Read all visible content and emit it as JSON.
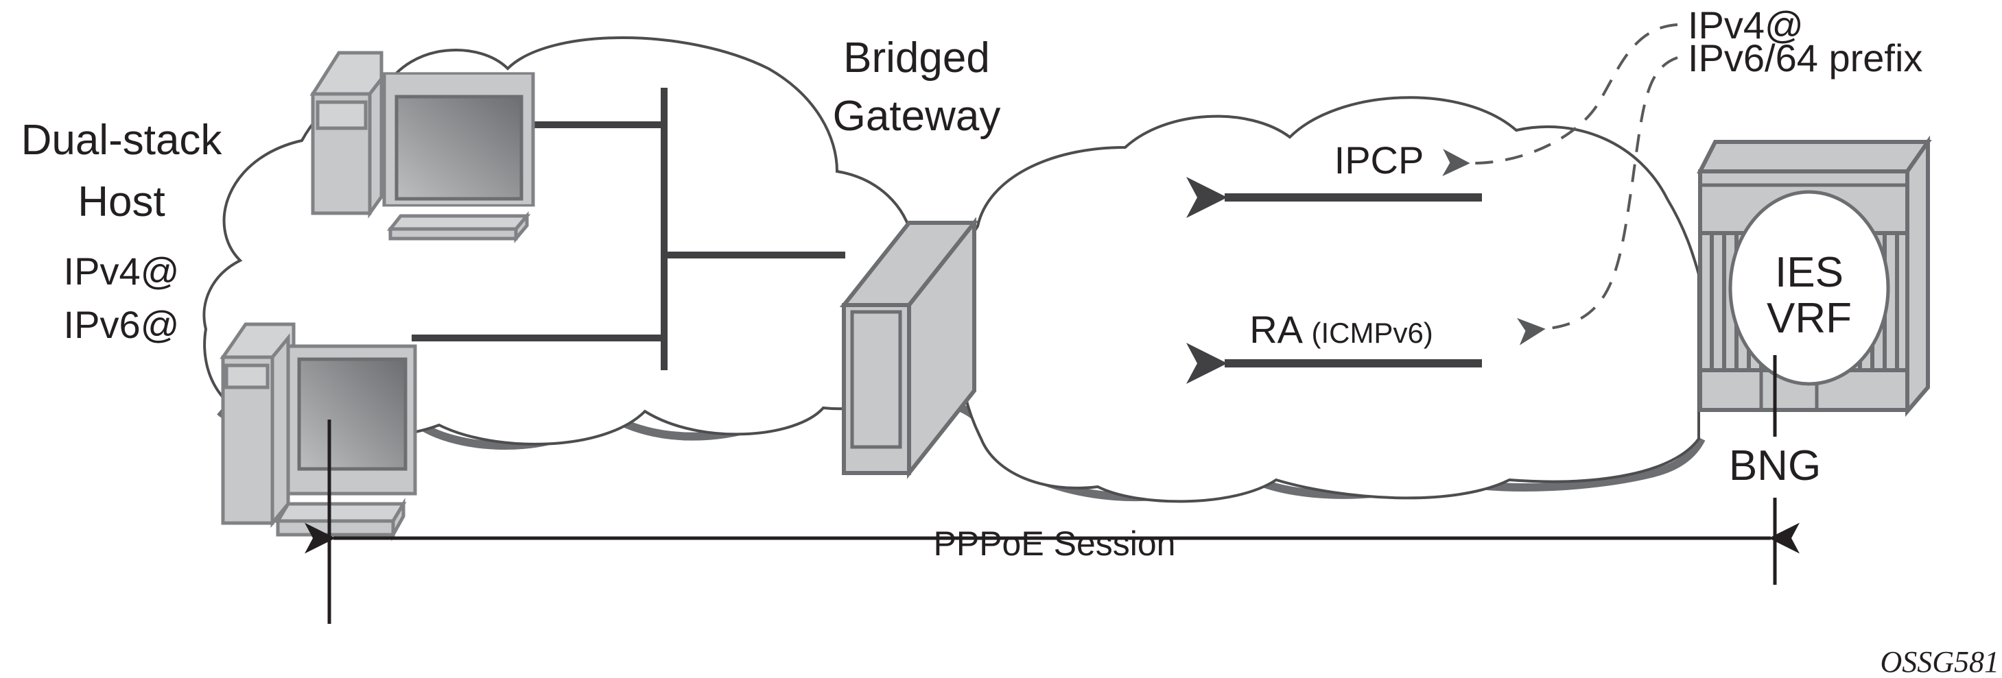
{
  "figure_id": "OSSG581",
  "host": {
    "title_line1": "Dual-stack",
    "title_line2": "Host",
    "addr_v4": "IPv4@",
    "addr_v6": "IPv6@"
  },
  "gateway": {
    "label_line1": "Bridged",
    "label_line2": "Gateway"
  },
  "messages": {
    "ipcp": "IPCP",
    "ra_main": "RA",
    "ra_paren": "(ICMPv6)"
  },
  "assigned": {
    "ipv4": "IPv4@",
    "ipv6_prefix": "IPv6/64 prefix"
  },
  "bng": {
    "service_line1": "IES",
    "service_line2": "VRF",
    "label": "BNG"
  },
  "session": {
    "label": "PPPoE Session"
  }
}
